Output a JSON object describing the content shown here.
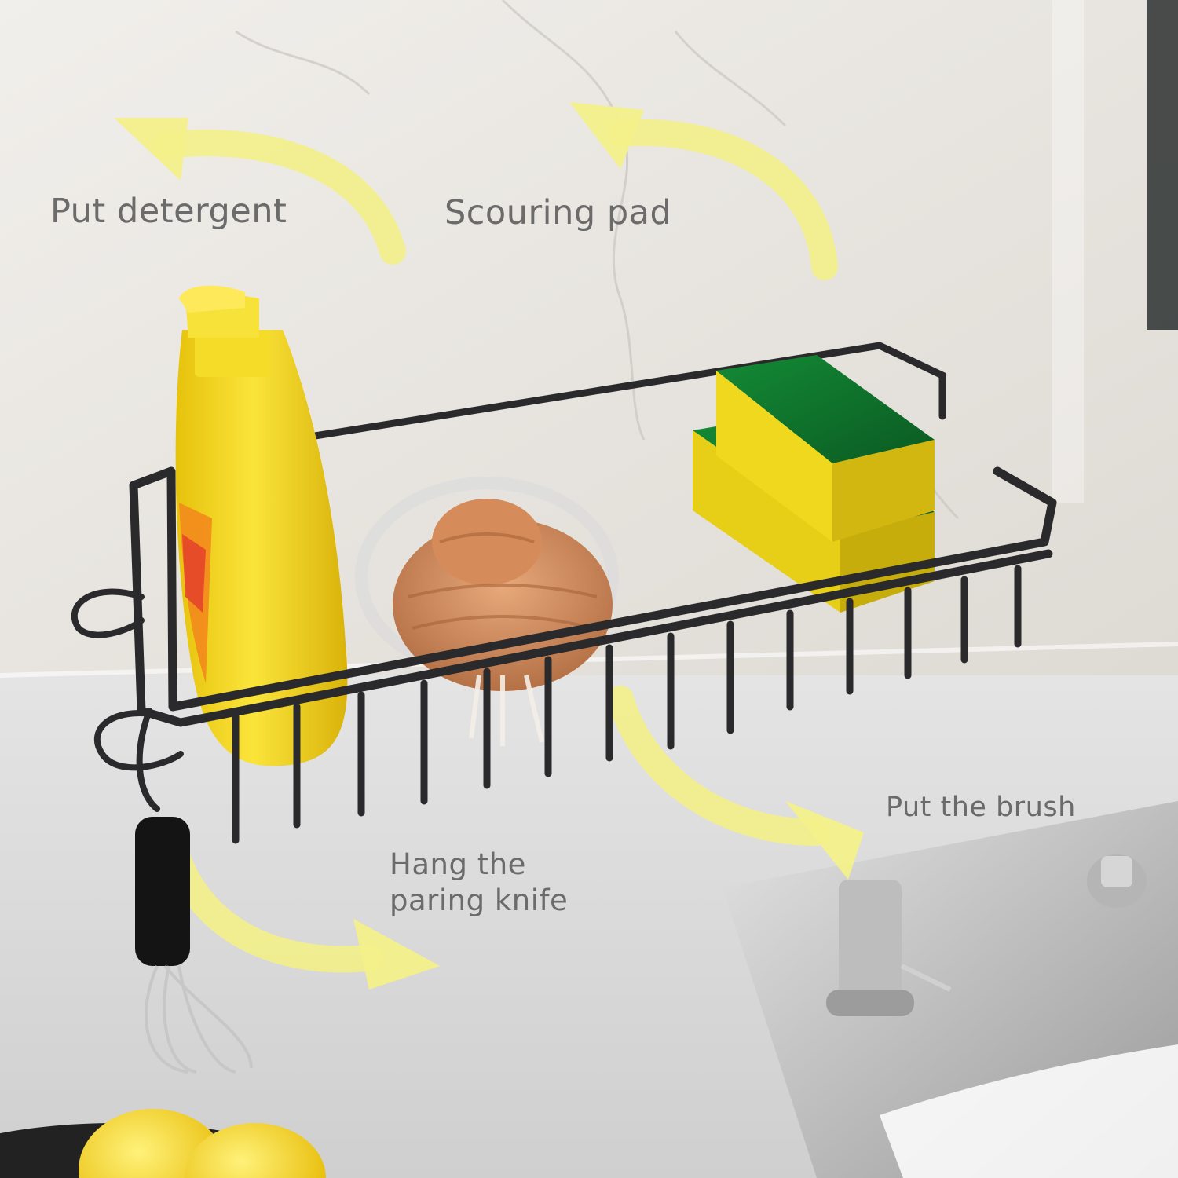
{
  "callouts": {
    "detergent": "Put detergent",
    "scouring_pad": "Scouring pad",
    "brush": "Put the brush",
    "knife_line1": "Hang the",
    "knife_line2": "paring knife"
  },
  "colors": {
    "wall": "#ebe8e3",
    "counter": "#dcdcdc",
    "arrow": "#f3f08a",
    "rack": "#2a2a2c",
    "bottle": "#f3d415",
    "sponge_yellow": "#e9d21b",
    "sponge_green": "#0f6a2a",
    "brush_bristle": "#d4976b",
    "label_text": "#6b6b6b"
  },
  "icons": [
    "detergent-bottle",
    "scouring-pad",
    "dish-brush",
    "whisk",
    "lemon",
    "soap-dispenser"
  ]
}
